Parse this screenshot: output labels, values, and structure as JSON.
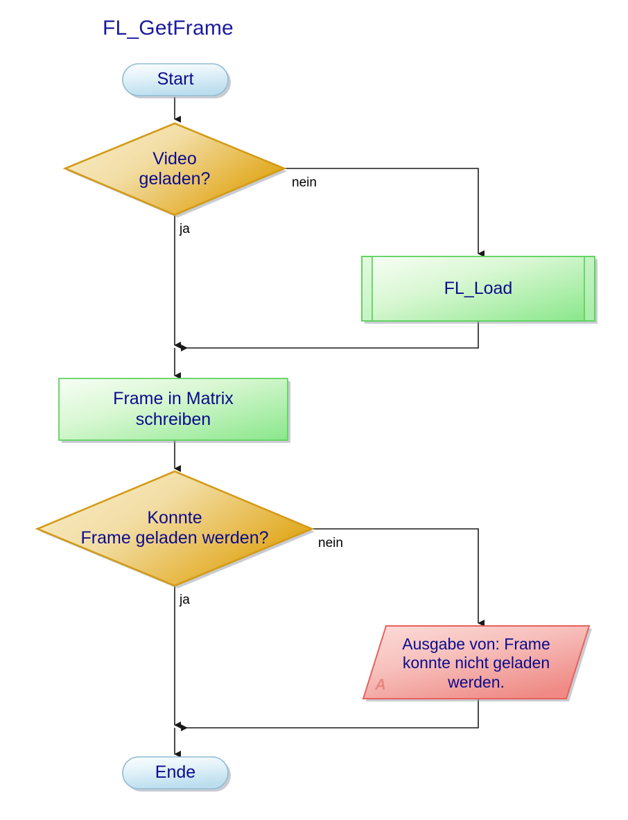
{
  "diagram": {
    "title": "FL_GetFrame",
    "type": "flowchart",
    "language": "de",
    "colors": {
      "text": "#0b0b8c",
      "title": "#1a1a9c",
      "terminator_fill_light": "#f2fbfe",
      "terminator_fill_dark": "#bfe0ef",
      "terminator_border": "#8fbcd2",
      "decision_fill_light": "#f7e9c3",
      "decision_fill_dark": "#e3a91c",
      "decision_border": "#d49a16",
      "process_fill_light": "#f4fdf2",
      "process_fill_dark": "#8fe88f",
      "process_border": "#5fd35f",
      "io_fill_light": "#fbd3d1",
      "io_fill_dark": "#ef8580",
      "io_border": "#e8605c",
      "connector": "#1a1a1a",
      "shadow": "#9aa3ad",
      "marker_a": "#e8877f"
    },
    "nodes": [
      {
        "id": "start",
        "shape": "terminator",
        "label": "Start"
      },
      {
        "id": "decision1",
        "shape": "decision",
        "label": "Video\ngeladen?"
      },
      {
        "id": "fl_load",
        "shape": "predefined-process",
        "label": "FL_Load"
      },
      {
        "id": "write_frame",
        "shape": "process",
        "label": "Frame in Matrix\nschreiben"
      },
      {
        "id": "decision2",
        "shape": "decision",
        "label": "Konnte\nFrame geladen werden?"
      },
      {
        "id": "output_error",
        "shape": "input-output",
        "label": "Ausgabe von: Frame\nkonnte nicht geladen\nwerden.",
        "marker": "A"
      },
      {
        "id": "end",
        "shape": "terminator",
        "label": "Ende"
      }
    ],
    "edges": [
      {
        "from": "start",
        "to": "decision1",
        "label": ""
      },
      {
        "from": "decision1",
        "to": "fl_load",
        "label": "nein"
      },
      {
        "from": "decision1",
        "to": "write_frame",
        "label": "ja"
      },
      {
        "from": "fl_load",
        "to": "write_frame",
        "label": ""
      },
      {
        "from": "write_frame",
        "to": "decision2",
        "label": ""
      },
      {
        "from": "decision2",
        "to": "output_error",
        "label": "nein"
      },
      {
        "from": "decision2",
        "to": "end",
        "label": "ja"
      },
      {
        "from": "output_error",
        "to": "end",
        "label": ""
      }
    ],
    "edge_labels": {
      "decision1_no": "nein",
      "decision1_yes": "ja",
      "decision2_no": "nein",
      "decision2_yes": "ja"
    }
  }
}
